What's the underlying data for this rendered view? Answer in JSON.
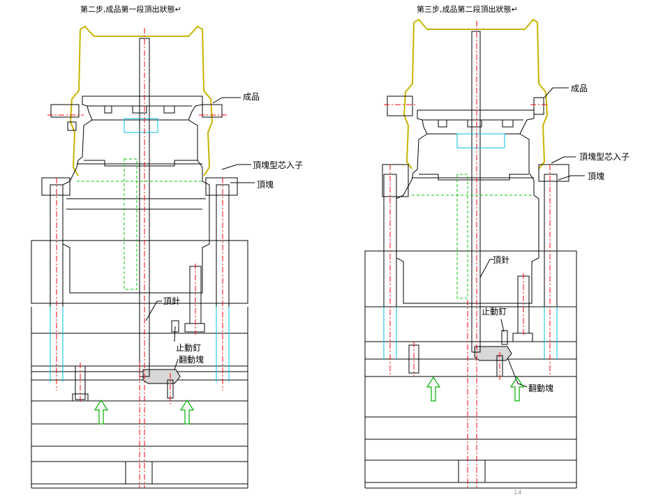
{
  "left": {
    "title": "第二步,成品第一段頂出狀態↵",
    "labels": {
      "product": "成品",
      "core_insert": "頂塊型芯入子",
      "ejector_block": "頂塊",
      "ejector_pin": "頂針",
      "stop_pin": "止動釘",
      "flip_block": "翻動塊"
    }
  },
  "right": {
    "title": "第三步,成品第二段頂出狀態↵",
    "labels": {
      "product": "成品",
      "core_insert": "頂塊型芯入子",
      "ejector_block": "頂塊",
      "ejector_pin": "頂針",
      "stop_pin": "止動釘",
      "flip_block": "翻動塊"
    }
  },
  "page_number": "14",
  "colors": {
    "outline": "#000000",
    "product": "#c8b400",
    "center": "#ff0000",
    "hidden": "#00c800",
    "cyan": "#00c0e0",
    "arrow": "#00b000"
  }
}
